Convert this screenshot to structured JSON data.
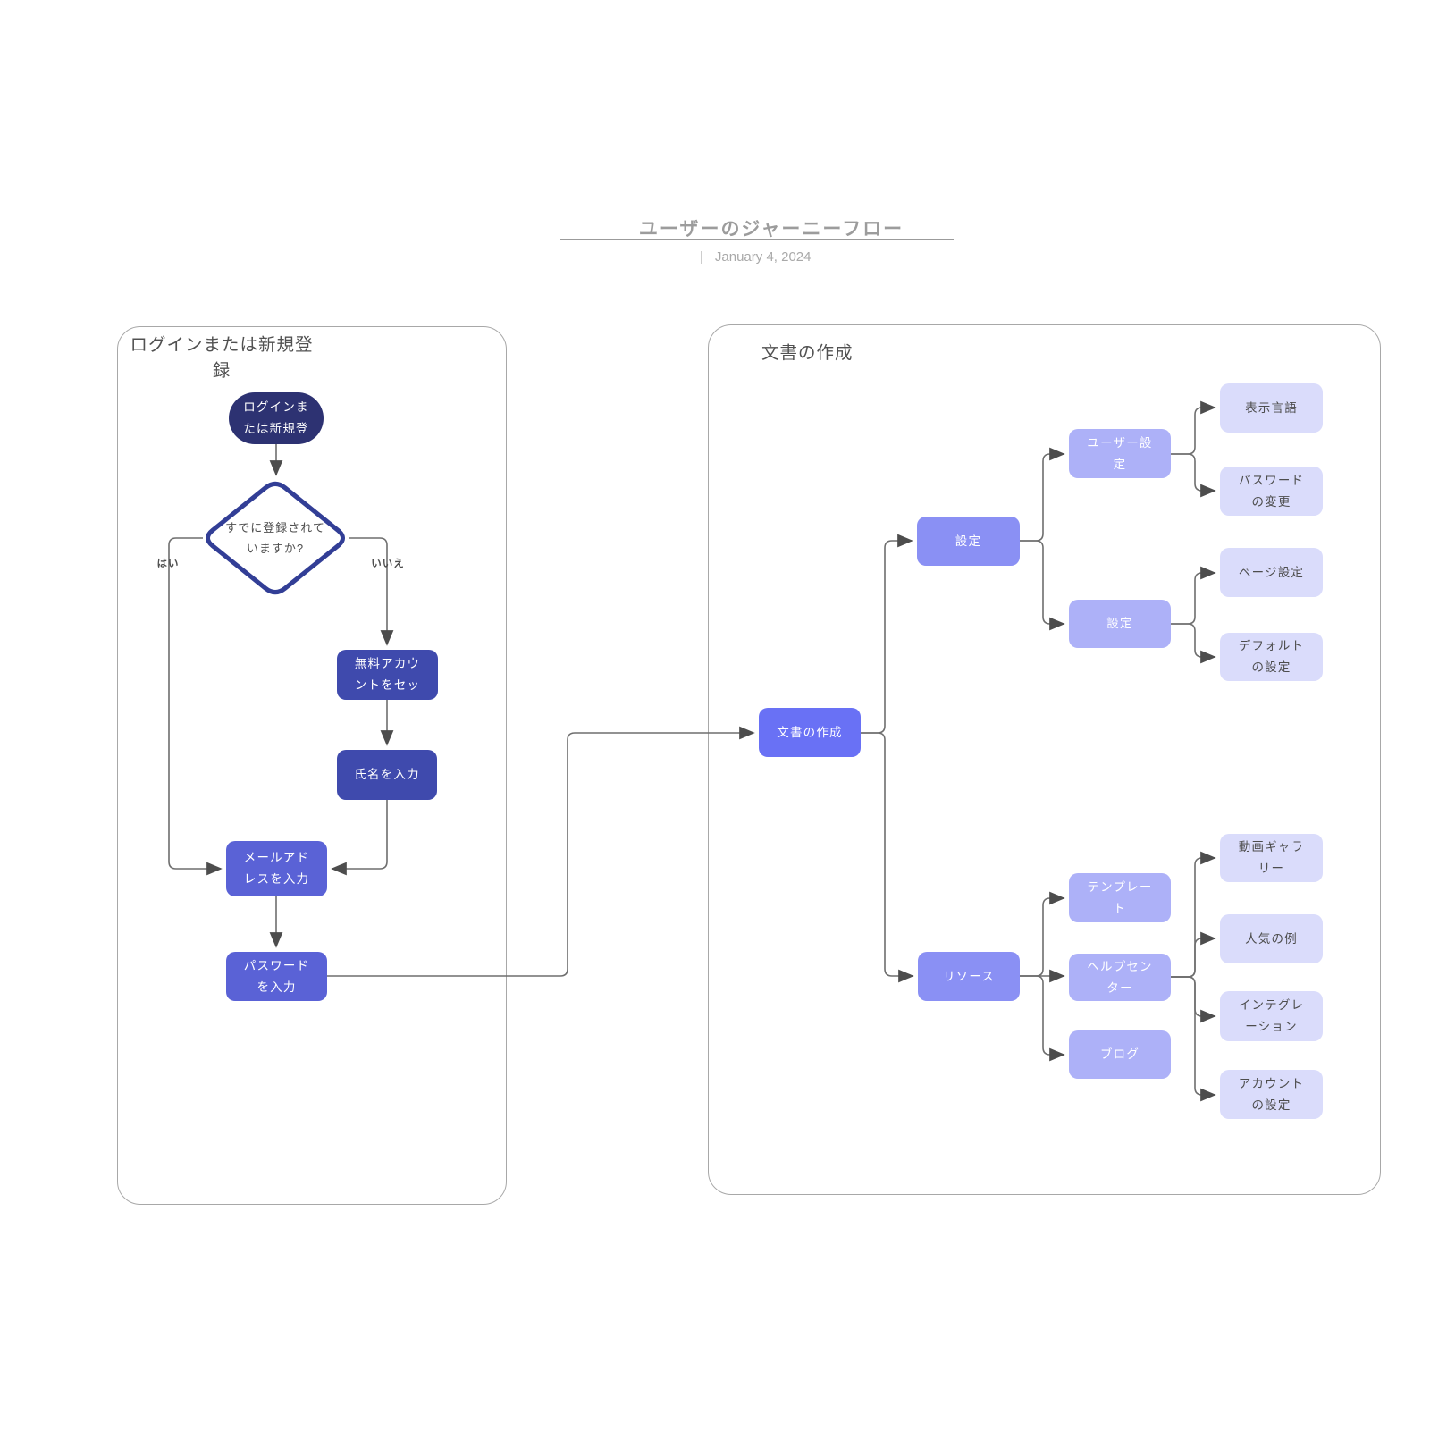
{
  "header": {
    "title": "ユーザーのジャーニーフロー",
    "separator": "|",
    "date": "January 4, 2024"
  },
  "containers": {
    "login": {
      "title": "ログインまたは新規登\n録"
    },
    "doc": {
      "title": "文書の作成"
    }
  },
  "flow": {
    "start": "ログインま\nたは新規登",
    "decision": "すでに登録されて\nいますか?",
    "yes": "はい",
    "no": "いいえ",
    "free_account": "無料アカウ\nントをセッ",
    "enter_name": "氏名を入力",
    "enter_email": "メールアド\nレスを入力",
    "enter_password": "パスワード\nを入力"
  },
  "tree": {
    "root": "文書の作成",
    "settings": "設定",
    "user_settings": "ユーザー設\n定",
    "display_language": "表示言語",
    "password_change": "パスワード\nの変更",
    "settings_sub": "設定",
    "page_settings": "ページ設定",
    "default_settings": "デフォルト\nの設定",
    "resources": "リソース",
    "templates": "テンプレー\nト",
    "help_center": "ヘルプセン\nター",
    "blog": "ブログ",
    "video_gallery": "動画ギャラ\nリー",
    "popular_examples": "人気の例",
    "integrations": "インテグレ\nーション",
    "account_settings": "アカウント\nの設定"
  },
  "colors": {
    "start_node": "#2D3272",
    "decision_border": "#323E96",
    "step_dark": "#3F4AAD",
    "step_mid": "#5A62D6",
    "tree_root": "#6971F5",
    "tree_level1": "#8A90F4",
    "tree_level2": "#ADB1F8",
    "tree_leaf": "#DADCFB",
    "connector": "#6E6E6E",
    "arrowhead": "#4D4D4D",
    "container_border": "#A8A8A8"
  }
}
